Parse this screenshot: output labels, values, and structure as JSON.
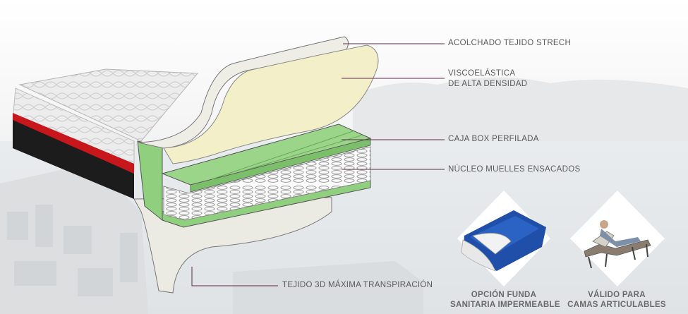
{
  "callouts": {
    "quilted_fabric": "ACOLCHADO TEJIDO STRECH",
    "memory_foam_line1": "VISCOELÁSTICA",
    "memory_foam_line2": "DE ALTA DENSIDAD",
    "box_frame": "CAJA BOX PERFILADA",
    "spring_core": "NÚCLEO MUELLES ENSACADOS",
    "fabric_3d": "TEJIDO 3D MÁXIMA TRANSPIRACIÓN"
  },
  "features": [
    {
      "line1": "OPCIÓN FUNDA",
      "line2": "SANITARIA IMPERMEABLE",
      "icon": "waterproof-cover-icon"
    },
    {
      "line1": "VÁLIDO PARA",
      "line2": "CAMAS ARTICULABLES",
      "icon": "adjustable-bed-icon"
    }
  ],
  "colors": {
    "leader_line": "#5b2a4a",
    "foam": "#f3efc9",
    "box_green": "#8fcf7e",
    "mattress_border_red": "#c8161d",
    "mattress_base": "#1c1c1c"
  }
}
